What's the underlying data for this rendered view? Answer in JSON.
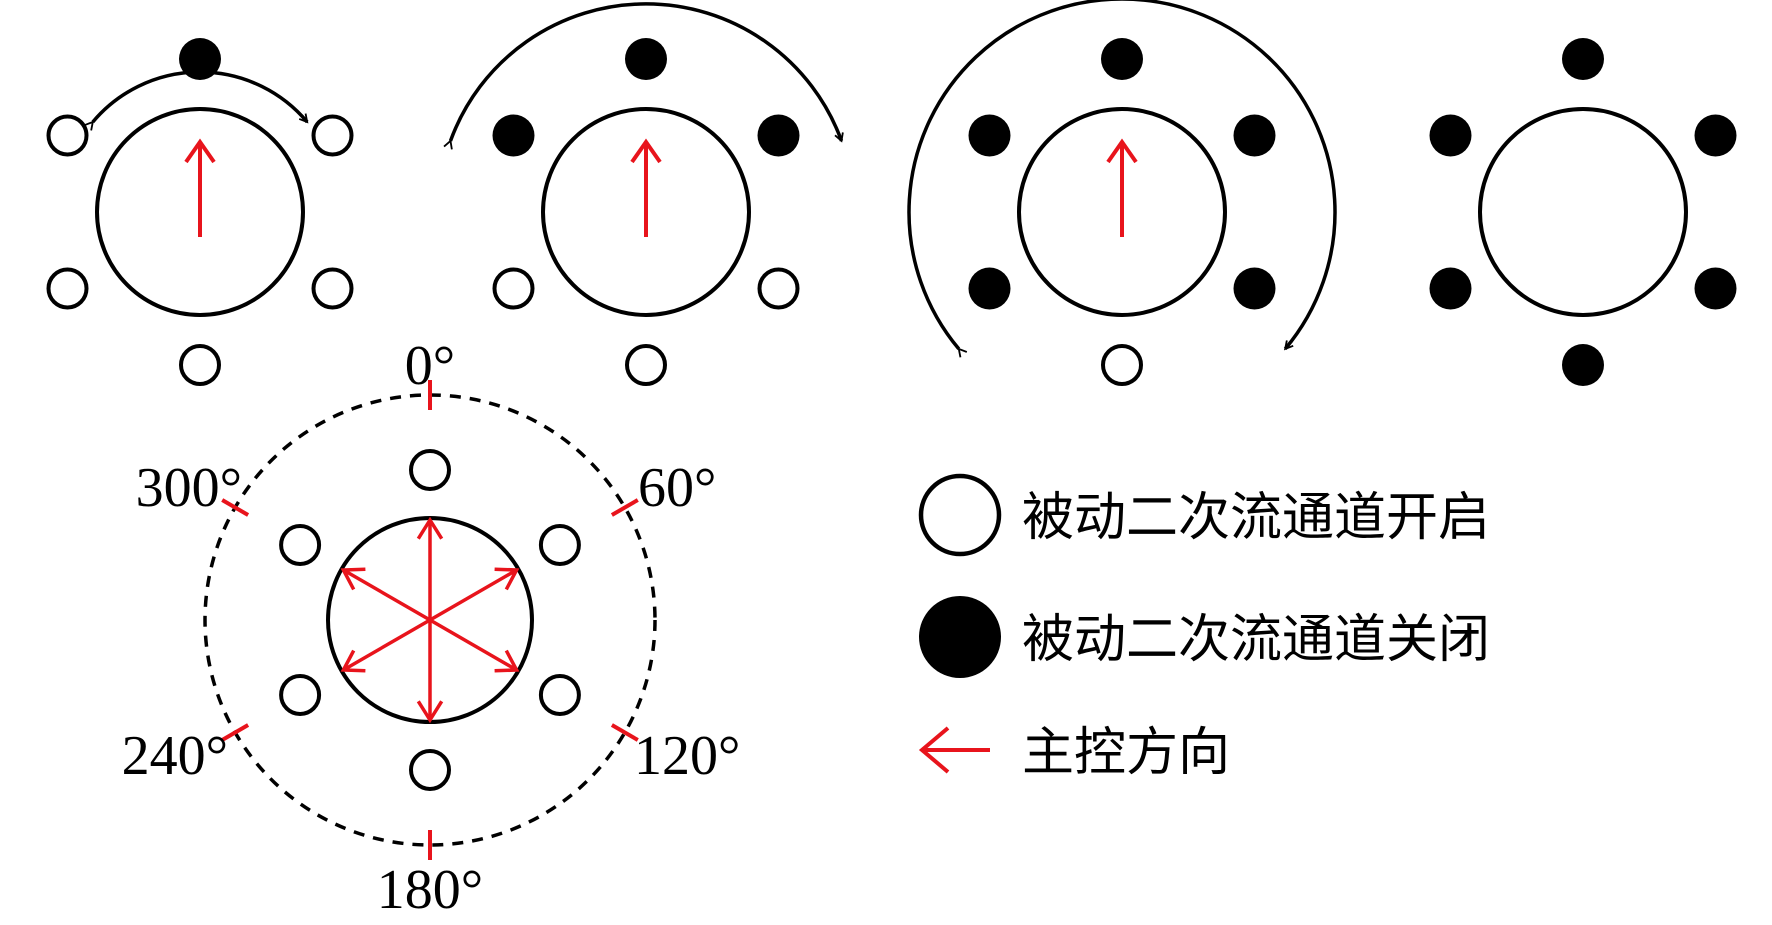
{
  "colors": {
    "open": "#ffffff",
    "closed": "#000000",
    "stroke": "#000000",
    "arrow": "#e8141c"
  },
  "scenarios": [
    {
      "closed_ports": [
        0
      ],
      "main_arrow": true,
      "sweep": "narrow"
    },
    {
      "closed_ports": [
        0,
        1,
        5
      ],
      "main_arrow": true,
      "sweep": "medium"
    },
    {
      "closed_ports": [
        0,
        1,
        2,
        4,
        5
      ],
      "main_arrow": true,
      "sweep": "wide"
    },
    {
      "closed_ports": [
        0,
        1,
        2,
        3,
        4,
        5
      ],
      "main_arrow": false,
      "sweep": "none"
    }
  ],
  "angle_labels": [
    "0°",
    "60°",
    "120°",
    "180°",
    "240°",
    "300°"
  ],
  "main_directions": [
    0,
    60,
    120,
    180,
    240,
    300
  ],
  "legend": [
    {
      "icon": "open-port-icon",
      "label": "被动二次流通道开启"
    },
    {
      "icon": "closed-port-icon",
      "label": "被动二次流通道关闭"
    },
    {
      "icon": "main-direction-arrow-icon",
      "label": "主控方向"
    }
  ]
}
